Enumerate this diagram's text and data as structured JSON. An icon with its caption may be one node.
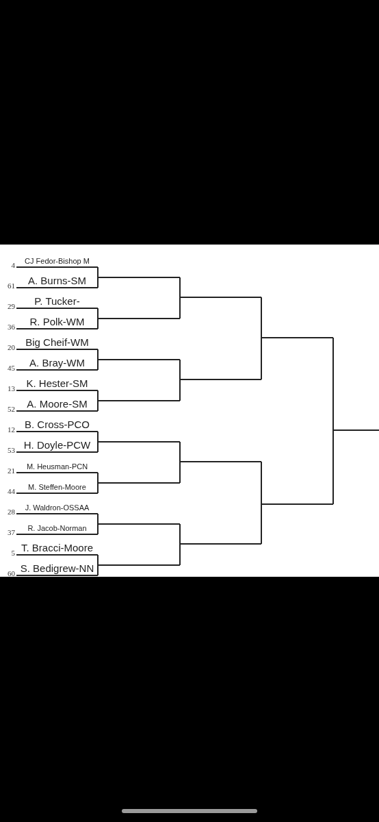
{
  "diagram": {
    "nodes": [
      {
        "text": [
          "CJ Fedor-Bishop M"
        ],
        "beside": [
          "4"
        ]
      },
      {
        "text": [
          "A. Burns-SM"
        ],
        "beside": [
          "61"
        ]
      },
      {
        "text": [
          "P. Tucker-"
        ],
        "beside": [
          "29"
        ]
      },
      {
        "text": [
          "R. Polk-WM"
        ],
        "beside": [
          "36"
        ]
      },
      {
        "text": [
          "Big Cheif-WM"
        ],
        "beside": [
          "20"
        ]
      },
      {
        "text": [
          "A. Bray-WM"
        ],
        "beside": [
          "45"
        ]
      },
      {
        "text": [
          "K. Hester-SM"
        ],
        "beside": [
          "13"
        ]
      },
      {
        "text": [
          "A. Moore-SM"
        ],
        "beside": [
          "52"
        ]
      },
      {
        "text": [
          "B. Cross-PCO"
        ],
        "beside": [
          "12"
        ]
      },
      {
        "text": [
          "H. Doyle-PCW"
        ],
        "beside": [
          "53"
        ]
      },
      {
        "text": [
          "M. Heusman-PCN"
        ],
        "beside": [
          "21"
        ]
      },
      {
        "text": [
          "M. Steffen-Moore"
        ],
        "beside": [
          "44"
        ]
      },
      {
        "text": [
          "J. Waldron-OSSAA"
        ],
        "beside": [
          "28"
        ]
      },
      {
        "text": [
          "R. Jacob-Norman"
        ],
        "beside": [
          "37"
        ]
      },
      {
        "text": [
          "T. Bracci-Moore"
        ],
        "beside": [
          "5"
        ]
      },
      {
        "text": [
          "S. Bedigrew-NN"
        ],
        "beside": [
          "60"
        ]
      },
      {
        "text": [],
        "shape": "line"
      },
      {
        "text": [],
        "shape": "line"
      },
      {
        "text": [],
        "shape": "line"
      },
      {
        "text": [],
        "shape": "line"
      },
      {
        "text": [],
        "shape": "line"
      },
      {
        "text": [],
        "shape": "line"
      },
      {
        "text": [],
        "shape": "line"
      },
      {
        "text": [],
        "shape": "line"
      },
      {
        "text": [],
        "shape": "line"
      },
      {
        "text": [],
        "shape": "line"
      },
      {
        "text": [],
        "shape": "line"
      },
      {
        "text": [],
        "shape": "line"
      },
      {
        "text": [],
        "shape": "line"
      },
      {
        "text": [],
        "shape": "line"
      },
      {
        "text": [],
        "shape": "line"
      }
    ],
    "edges": [
      {
        "from": 0,
        "to": 16,
        "arrow": "none"
      },
      {
        "from": 1,
        "to": 16,
        "arrow": "none"
      },
      {
        "from": 2,
        "to": 17,
        "arrow": "none"
      },
      {
        "from": 3,
        "to": 17,
        "arrow": "none"
      },
      {
        "from": 4,
        "to": 18,
        "arrow": "none"
      },
      {
        "from": 5,
        "to": 18,
        "arrow": "none"
      },
      {
        "from": 6,
        "to": 19,
        "arrow": "none"
      },
      {
        "from": 7,
        "to": 19,
        "arrow": "none"
      },
      {
        "from": 8,
        "to": 20,
        "arrow": "none"
      },
      {
        "from": 9,
        "to": 20,
        "arrow": "none"
      },
      {
        "from": 10,
        "to": 21,
        "arrow": "none"
      },
      {
        "from": 11,
        "to": 21,
        "arrow": "none"
      },
      {
        "from": 12,
        "to": 22,
        "arrow": "none"
      },
      {
        "from": 13,
        "to": 22,
        "arrow": "none"
      },
      {
        "from": 14,
        "to": 23,
        "arrow": "none"
      },
      {
        "from": 15,
        "to": 23,
        "arrow": "none"
      },
      {
        "from": 16,
        "to": 24,
        "arrow": "none"
      },
      {
        "from": 17,
        "to": 24,
        "arrow": "none"
      },
      {
        "from": 18,
        "to": 25,
        "arrow": "none"
      },
      {
        "from": 19,
        "to": 25,
        "arrow": "none"
      },
      {
        "from": 20,
        "to": 26,
        "arrow": "none"
      },
      {
        "from": 21,
        "to": 26,
        "arrow": "none"
      },
      {
        "from": 22,
        "to": 27,
        "arrow": "none"
      },
      {
        "from": 23,
        "to": 27,
        "arrow": "none"
      },
      {
        "from": 24,
        "to": 28,
        "arrow": "none"
      },
      {
        "from": 25,
        "to": 28,
        "arrow": "none"
      },
      {
        "from": 26,
        "to": 29,
        "arrow": "none"
      },
      {
        "from": 27,
        "to": 29,
        "arrow": "none"
      },
      {
        "from": 28,
        "to": 30,
        "arrow": "none"
      },
      {
        "from": 29,
        "to": 30,
        "arrow": "none"
      }
    ]
  }
}
